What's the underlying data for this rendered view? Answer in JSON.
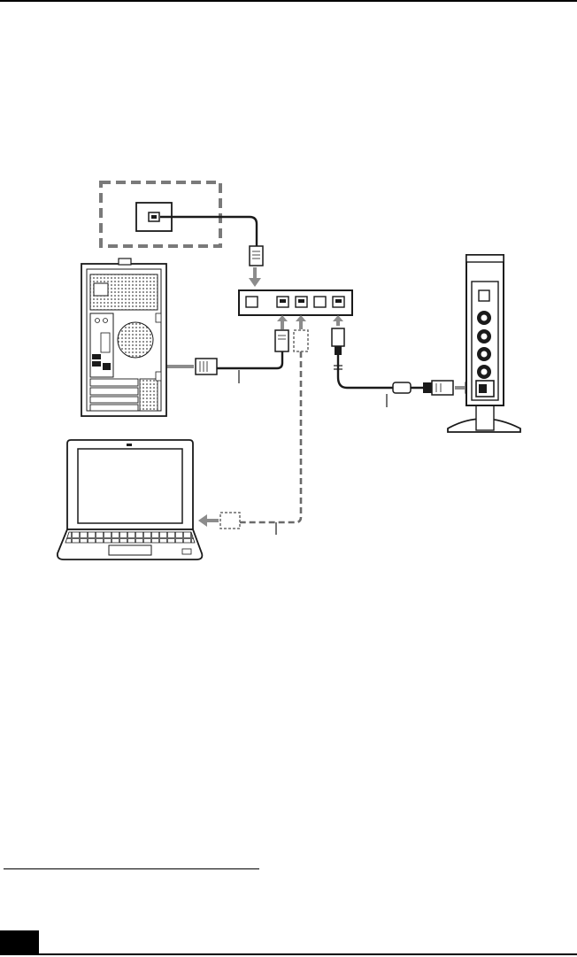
{
  "figure": {
    "components": {
      "wall_jack": "wall-network-jack",
      "hub": "network-hub",
      "desktop": "desktop-pc-tower",
      "laptop": "notebook-computer",
      "media_device": "media-receiver"
    },
    "colors": {
      "line": "#1a1a1a",
      "arrow": "#8c8c8c",
      "dashed": "#7a7a7a",
      "fill": "#ffffff"
    }
  }
}
